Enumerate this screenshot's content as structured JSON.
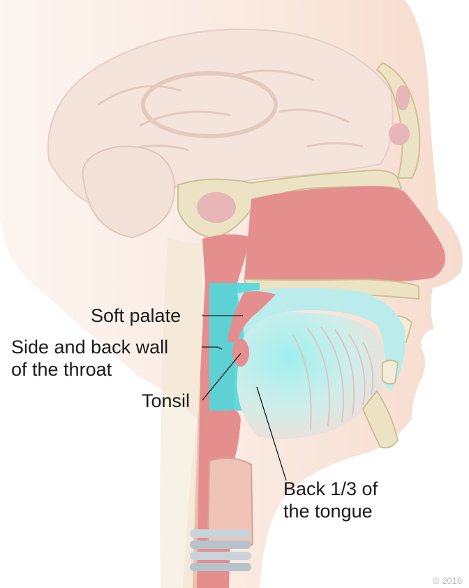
{
  "labels": {
    "soft_palate": "Soft palate",
    "throat_line1": "Side and back wall",
    "throat_line2": "of the throat",
    "tonsil": "Tonsil",
    "tongue_line1": "Back 1/3 of",
    "tongue_line2": "the tongue"
  },
  "credit": "© 2016",
  "colors": {
    "highlight": "#4fd8dc",
    "tissue_pink": "#e58e8e",
    "skin": "#f6dccd",
    "bone": "#ece3c4"
  }
}
